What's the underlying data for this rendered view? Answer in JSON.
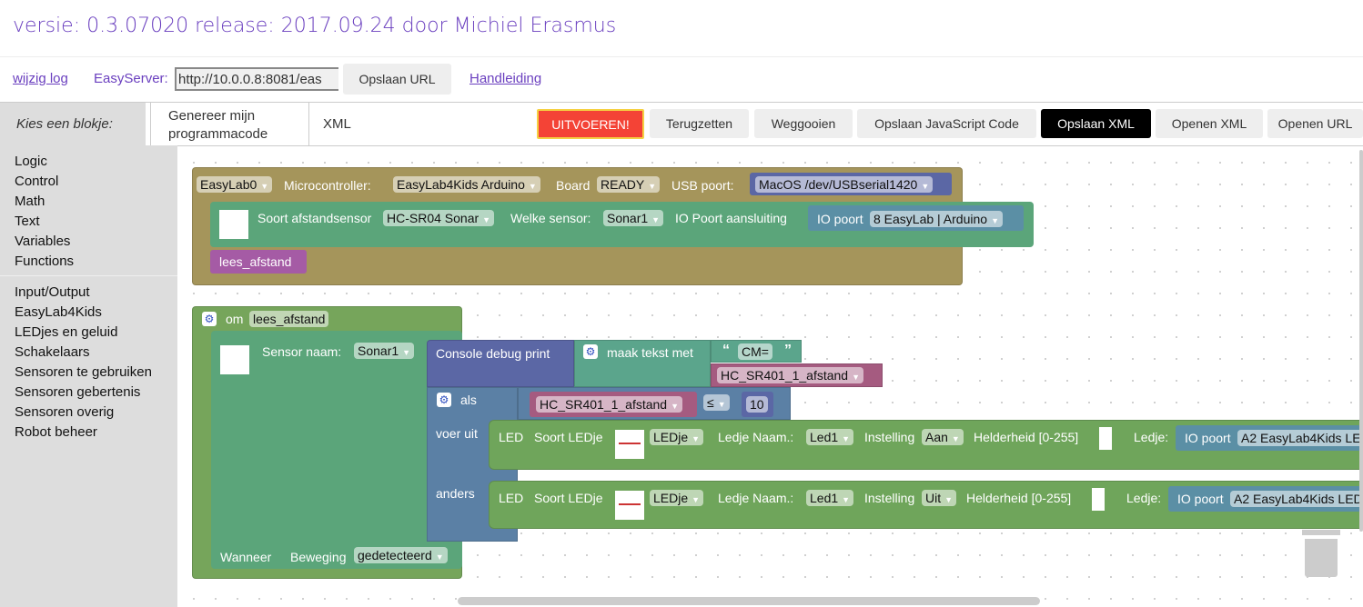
{
  "title": "versie: 0.3.07020 release: 2017.09.24 door Michiel Erasmus",
  "topbar": {
    "changelog": "wijzig log",
    "server_label": "EasyServer:",
    "server_url": "http://10.0.0.8:8081/eas",
    "save_url": "Opslaan URL",
    "manual": "Handleiding"
  },
  "toolbar": {
    "kies": "Kies een blokje:",
    "tab_code_1": "Genereer mijn",
    "tab_code_2": "programmacode",
    "tab_xml": "XML",
    "run": "UITVOEREN!",
    "reset": "Terugzetten",
    "discard": "Weggooien",
    "save_js": "Opslaan JavaScript Code",
    "save_xml": "Opslaan XML",
    "open_xml": "Openen XML",
    "open_url": "Openen URL"
  },
  "colors": {
    "accent": "#6a3fbf",
    "run": "#f44336",
    "save_xml_bg": "#000000"
  },
  "sidebar": {
    "items": [
      "Logic",
      "Control",
      "Math",
      "Text",
      "Variables",
      "Functions"
    ],
    "items2": [
      "Input/Output",
      "EasyLab4Kids",
      "LEDjes en geluid",
      "Schakelaars",
      "Sensoren te gebruiken",
      "Sensoren gebertenis",
      "Sensoren overig",
      "Robot beheer"
    ]
  },
  "blocks": {
    "setup": {
      "name": "EasyLab0",
      "micro_label": "Microcontroller:",
      "micro": "EasyLab4Kids Arduino",
      "board_label": "Board",
      "board": "READY",
      "usb_label": "USB poort:",
      "usb": "MacOS /dev/USBserial1420"
    },
    "sensor": {
      "type_label": "Soort afstandsensor",
      "type": "HC-SR04 Sonar",
      "which_label": "Welke sensor:",
      "which": "Sonar1",
      "io_label": "IO Poort aansluiting",
      "io_poort": "IO poort",
      "io": "8 EasyLab | Arduino"
    },
    "call": "lees_afstand",
    "func": {
      "om": "om",
      "name": "lees_afstand",
      "sensor_label": "Sensor naam:",
      "sensor": "Sonar1",
      "when": "Wanneer",
      "motion": "Beweging",
      "motion_val": "gedetecteerd"
    },
    "print": {
      "label": "Console debug print",
      "join": "maak tekst met",
      "text": "CM=",
      "var": "HC_SR401_1_afstand"
    },
    "if": {
      "als": "als",
      "var": "HC_SR401_1_afstand",
      "op": "≤",
      "num": "10",
      "do": "voer uit",
      "else": "anders"
    },
    "led1": {
      "led": "LED",
      "type_label": "Soort LEDje",
      "type": "LEDje",
      "name_label": "Ledje Naam.:",
      "name": "Led1",
      "set_label": "Instelling",
      "set": "Aan",
      "bright": "Helderheid [0-255]",
      "ledje": "Ledje:",
      "io_poort": "IO poort",
      "io": "A2 EasyLab4Kids LE"
    },
    "led2": {
      "led": "LED",
      "type_label": "Soort LEDje",
      "type": "LEDje",
      "name_label": "Ledje Naam.:",
      "name": "Led1",
      "set_label": "Instelling",
      "set": "Uit",
      "bright": "Helderheid [0-255]",
      "ledje": "Ledje:",
      "io_poort": "IO poort",
      "io": "A2 EasyLab4Kids LED"
    }
  }
}
